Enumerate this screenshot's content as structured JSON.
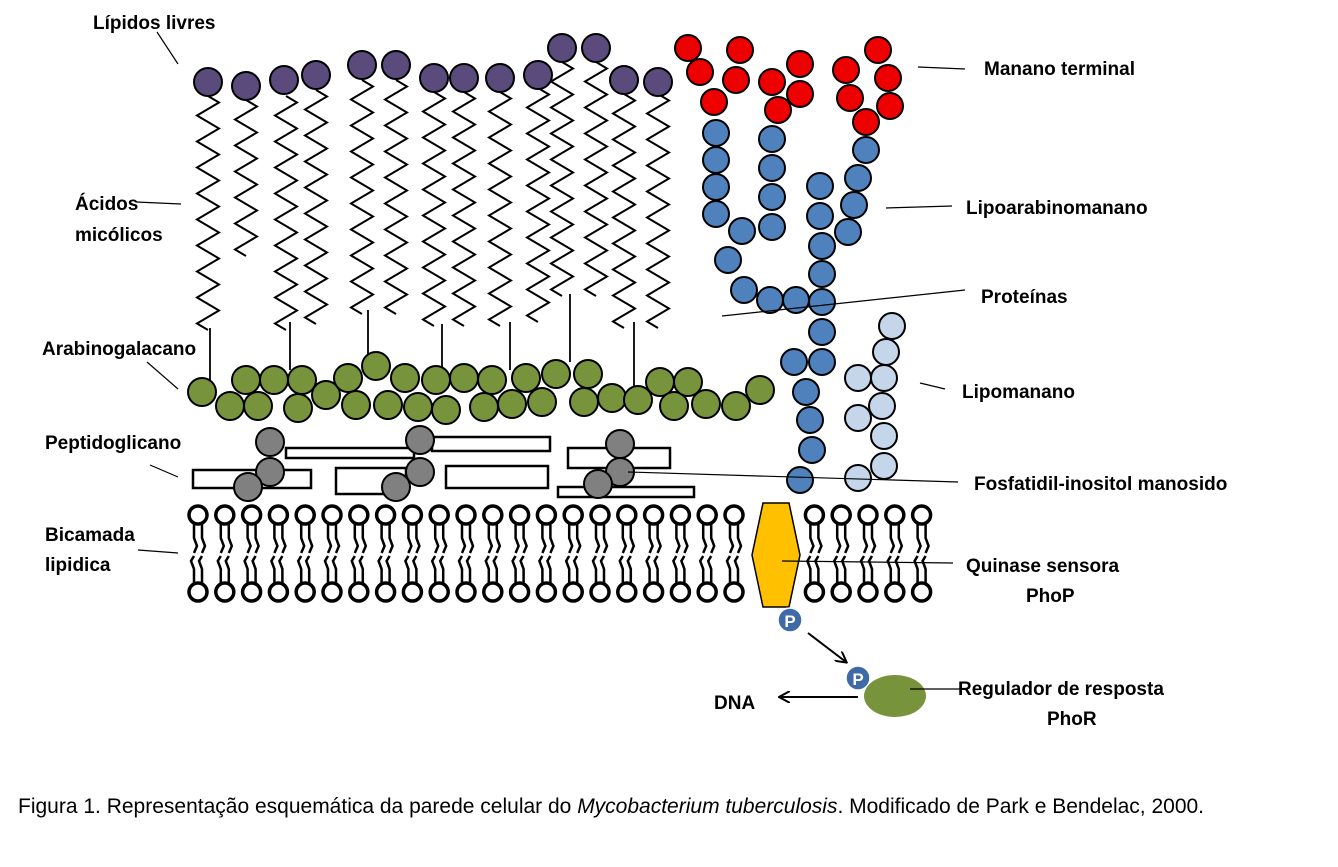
{
  "labels": {
    "lipidos_livres": "Lípidos livres",
    "acidos_1": "Ácidos",
    "acidos_2": "micólicos",
    "arabinogalacano": "Arabinogalacano",
    "peptidoglicano": "Peptidoglicano",
    "bicamada_1": "Bicamada",
    "bicamada_2": "lipidica",
    "manano_terminal": "Manano terminal",
    "lipoarabinomanano": "Lipoarabinomanano",
    "proteinas": "Proteínas",
    "lipomanano": "Lipomanano",
    "fosfatidil": "Fosfatidil-inositol manosido",
    "quinase_1": "Quinase sensora",
    "quinase_2": "PhoP",
    "regulador_1": "Regulador de resposta",
    "regulador_2": "PhoR",
    "dna": "DNA",
    "phosphate_p": "P"
  },
  "caption": {
    "figure_label": "Figura 1",
    "text_a": ". Representação esquemática da parede celular do ",
    "species": "Mycobacterium tuberculosis",
    "text_b": ". Modificado de Park e Bendelac, 2000."
  },
  "colors": {
    "lipid_head": "#5b4a7c",
    "mannan": "#ee0000",
    "arabinomannan": "#4f81bd",
    "lipomannan": "#c5d6ea",
    "arabinogalactan": "#77933c",
    "peptidoglycan": "#808080",
    "kinase": "#ffc000",
    "phosphate": "#3e6aa8",
    "regulator": "#77933c"
  }
}
